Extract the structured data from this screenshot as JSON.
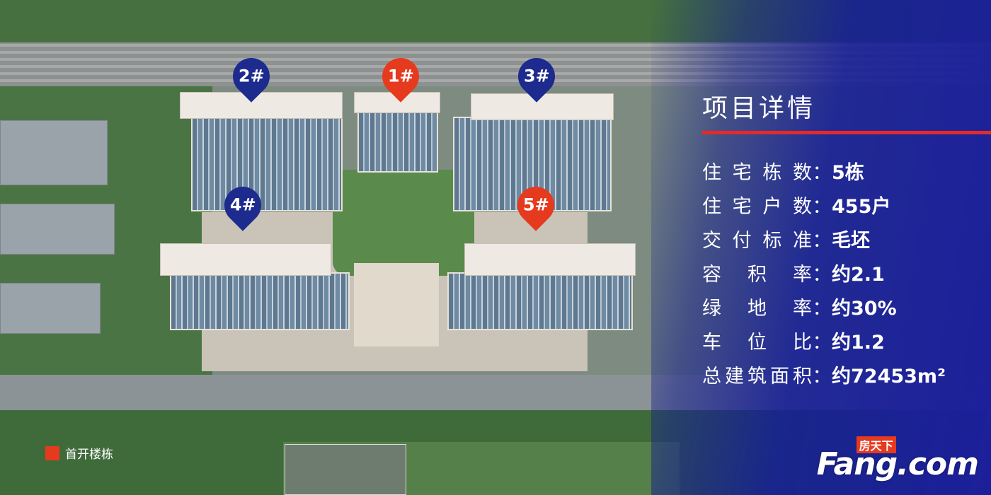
{
  "markers": [
    {
      "label": "2#",
      "color": "blue"
    },
    {
      "label": "1#",
      "color": "red"
    },
    {
      "label": "3#",
      "color": "blue"
    },
    {
      "label": "4#",
      "color": "blue"
    },
    {
      "label": "5#",
      "color": "red"
    }
  ],
  "panel": {
    "title": "项目详情",
    "rows": [
      {
        "key": "住宅栋数",
        "colon": "：",
        "value": "5栋"
      },
      {
        "key": "住宅户数",
        "colon": "：",
        "value": "455户"
      },
      {
        "key": "交付标准",
        "colon": "：",
        "value": "毛坯"
      },
      {
        "key": "容积率",
        "colon": "：",
        "value": "约2.1"
      },
      {
        "key": "绿地率",
        "colon": "：",
        "value": "约30%"
      },
      {
        "key": "车位比",
        "colon": "：",
        "value": "约1.2"
      },
      {
        "key": "总建筑面积",
        "colon": "：",
        "value": "约72453m²"
      }
    ]
  },
  "legend": {
    "label": "首开楼栋",
    "color": "#e63a1f"
  },
  "watermark": {
    "brand": "Fang.com",
    "sub": "房天下"
  },
  "colors": {
    "blue_marker": "#1d2a8e",
    "red_marker": "#e63a1f",
    "panel": "#1c1f9a",
    "accent_line": "#e52a2a"
  }
}
